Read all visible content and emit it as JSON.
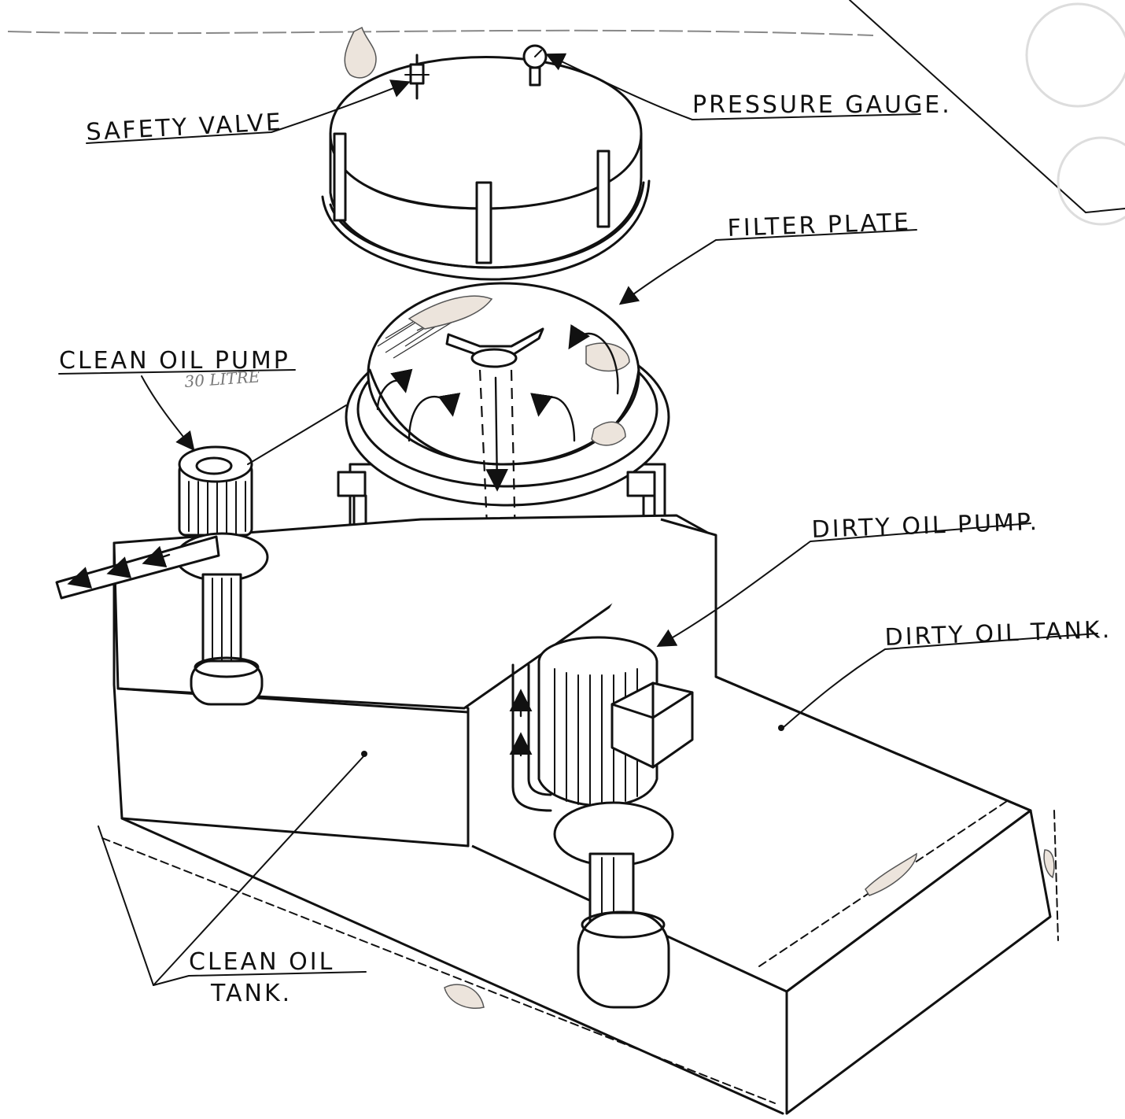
{
  "labels": {
    "safety_valve": "SAFETY VALVE",
    "pressure_gauge": "PRESSURE GAUGE.",
    "filter_plate": "FILTER PLATE",
    "clean_oil_pump": "CLEAN OIL PUMP",
    "clean_oil_pump_note": "30 LITRE",
    "dirty_oil_pump": "DIRTY OIL PUMP.",
    "dirty_oil_tank": "DIRTY OIL TANK.",
    "clean_oil_tank_line1": "CLEAN OIL",
    "clean_oil_tank_line2": "TANK."
  }
}
